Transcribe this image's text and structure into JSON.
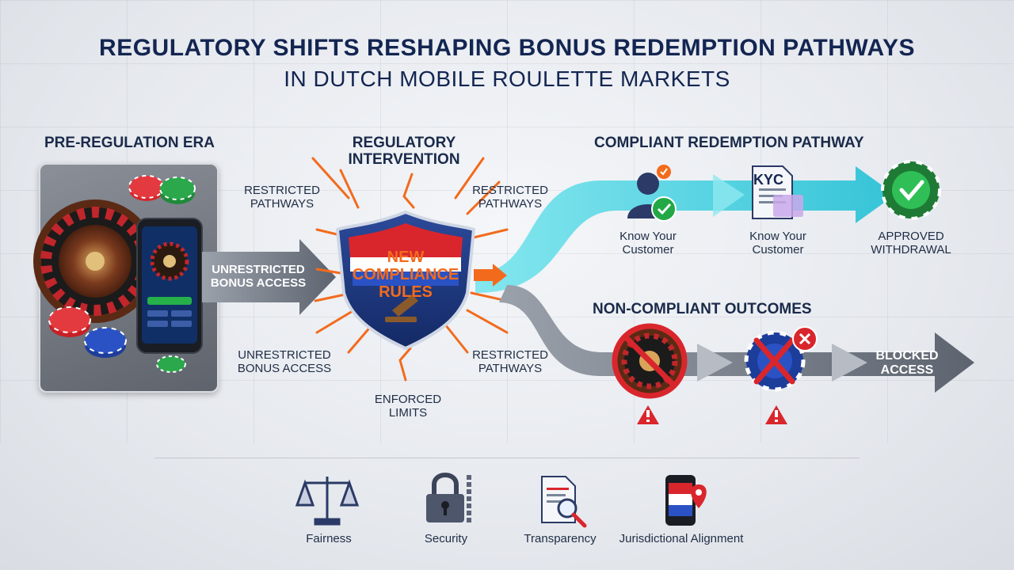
{
  "header": {
    "title": "REGULATORY SHIFTS RESHAPING BONUS REDEMPTION PATHWAYS",
    "subtitle": "IN DUTCH MOBILE ROULETTE MARKETS"
  },
  "pre_regulation": {
    "title": "PRE-REGULATION ERA",
    "arrow_label_line1": "UNRESTRICTED",
    "arrow_label_line2": "BONUS ACCESS"
  },
  "intervention": {
    "title_line1": "REGULATORY",
    "title_line2": "INTERVENTION",
    "shield_line1": "NEW",
    "shield_line2": "COMPLIANCE",
    "shield_line3": "RULES",
    "tl_line1": "RESTRICTED",
    "tl_line2": "PATHWAYS",
    "tr_line1": "RESTRICTED",
    "tr_line2": "PATHWAYS",
    "bl_line1": "UNRESTRICTED",
    "bl_line2": "BONUS ACCESS",
    "br_line1": "RESTRICTED",
    "br_line2": "PATHWAYS",
    "bottom_line1": "ENFORCED",
    "bottom_line2": "LIMITS"
  },
  "compliant": {
    "title": "COMPLIANT REDEMPTION PATHWAY",
    "kyc_badge": "KYC",
    "step1_line1": "Know Your",
    "step1_line2": "Customer",
    "step2_line1": "Know Your",
    "step2_line2": "Customer",
    "step3_line1": "APPROVED",
    "step3_line2": "WITHDRAWAL"
  },
  "non_compliant": {
    "title": "NON-COMPLIANT OUTCOMES",
    "final_line1": "BLOCKED",
    "final_line2": "ACCESS"
  },
  "principles": [
    {
      "label": "Fairness",
      "icon": "scales-icon"
    },
    {
      "label": "Security",
      "icon": "padlock-icon"
    },
    {
      "label": "Transparency",
      "icon": "document-search-icon"
    },
    {
      "label": "Jurisdictional Alignment",
      "icon": "phone-location-icon"
    }
  ],
  "colors": {
    "navy": "#132551",
    "orange": "#f26b1d",
    "teal": "#45d3e0",
    "gray_arrow": "#6b7280",
    "green": "#22a845",
    "red": "#d9262c"
  }
}
